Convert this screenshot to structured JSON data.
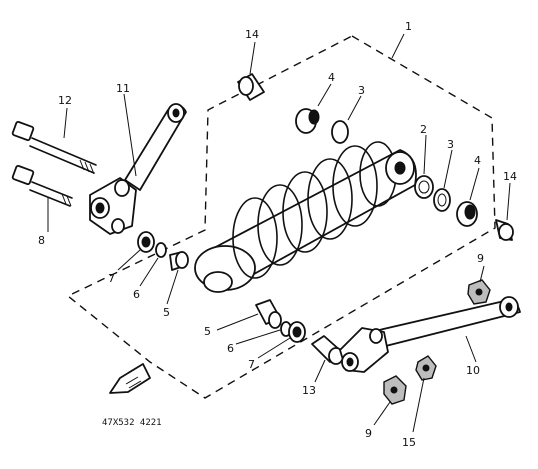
{
  "callouts": [
    {
      "id": "c1",
      "label": "1"
    },
    {
      "id": "c2",
      "label": "2"
    },
    {
      "id": "c3a",
      "label": "3"
    },
    {
      "id": "c3b",
      "label": "3"
    },
    {
      "id": "c4a",
      "label": "4"
    },
    {
      "id": "c4b",
      "label": "4"
    },
    {
      "id": "c5a",
      "label": "5"
    },
    {
      "id": "c5b",
      "label": "5"
    },
    {
      "id": "c6a",
      "label": "6"
    },
    {
      "id": "c6b",
      "label": "6"
    },
    {
      "id": "c7a",
      "label": "7"
    },
    {
      "id": "c7b",
      "label": "7"
    },
    {
      "id": "c8",
      "label": "8"
    },
    {
      "id": "c9a",
      "label": "9"
    },
    {
      "id": "c9b",
      "label": "9"
    },
    {
      "id": "c10",
      "label": "10"
    },
    {
      "id": "c11",
      "label": "11"
    },
    {
      "id": "c12",
      "label": "12"
    },
    {
      "id": "c13",
      "label": "13"
    },
    {
      "id": "c14a",
      "label": "14"
    },
    {
      "id": "c14b",
      "label": "14"
    },
    {
      "id": "c15",
      "label": "15"
    }
  ],
  "diagram_code": "47X532  4221",
  "colors": {
    "ink": "#111111",
    "paper": "#ffffff"
  }
}
